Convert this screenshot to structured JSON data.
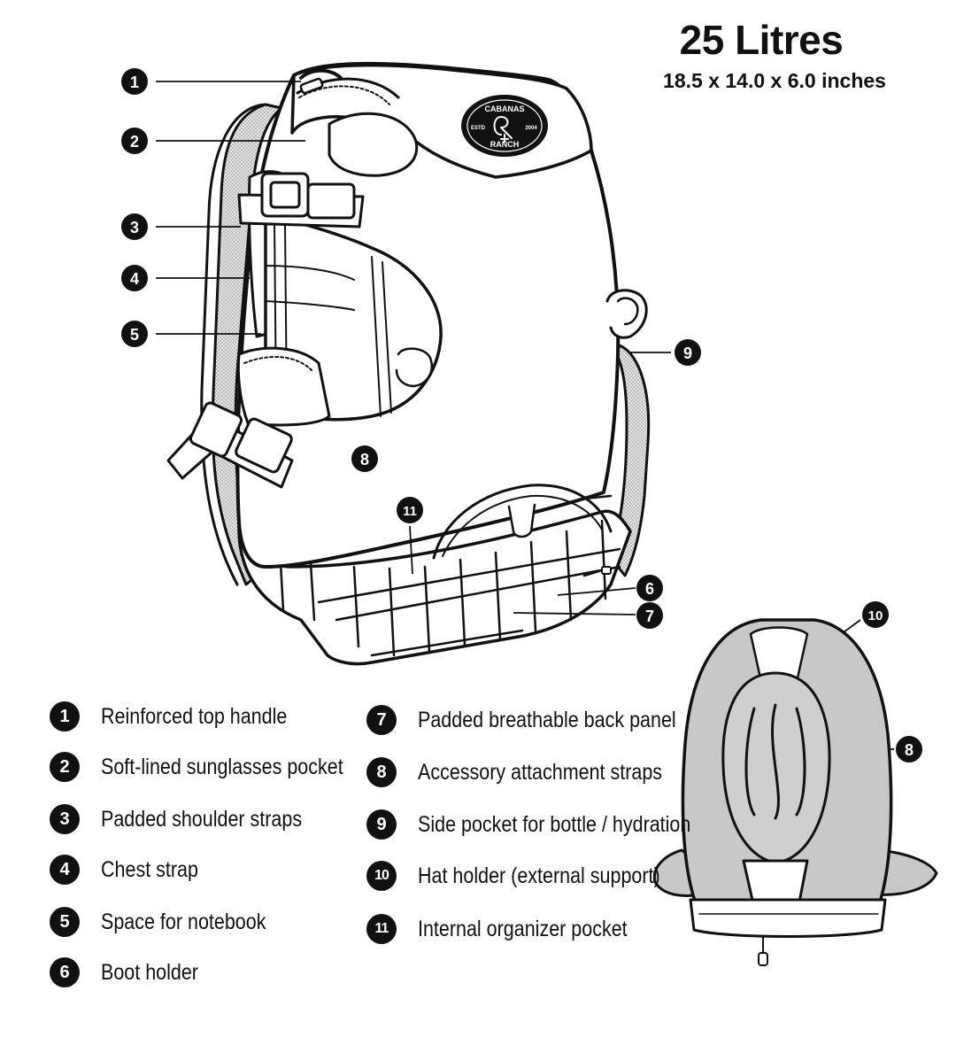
{
  "header": {
    "title": "25 Litres",
    "dimensions": "18.5 x 14.0 x 6.0 inches"
  },
  "logo": {
    "top": "CABANAS",
    "bottom": "RANCH",
    "left": "ESTD",
    "right": "2004"
  },
  "callouts": [
    "1",
    "2",
    "3",
    "4",
    "5",
    "8",
    "11",
    "6",
    "7",
    "9",
    "10",
    "8"
  ],
  "legend": {
    "left": [
      {
        "num": "1",
        "label": "Reinforced top handle"
      },
      {
        "num": "2",
        "label": "Soft-lined sunglasses pocket"
      },
      {
        "num": "3",
        "label": "Padded shoulder straps"
      },
      {
        "num": "4",
        "label": "Chest strap"
      },
      {
        "num": "5",
        "label": "Space for notebook"
      },
      {
        "num": "6",
        "label": "Boot holder"
      }
    ],
    "right": [
      {
        "num": "7",
        "label": "Padded breathable back panel"
      },
      {
        "num": "8",
        "label": "Accessory attachment straps"
      },
      {
        "num": "9",
        "label": "Side pocket for bottle / hydration"
      },
      {
        "num": "10",
        "label": "Hat holder (external support)"
      },
      {
        "num": "11",
        "label": "Internal organizer pocket"
      }
    ]
  },
  "colors": {
    "ink": "#111111",
    "mesh": "#cfcfcf",
    "padding": "#c8c8c8",
    "paper": "#ffffff"
  }
}
